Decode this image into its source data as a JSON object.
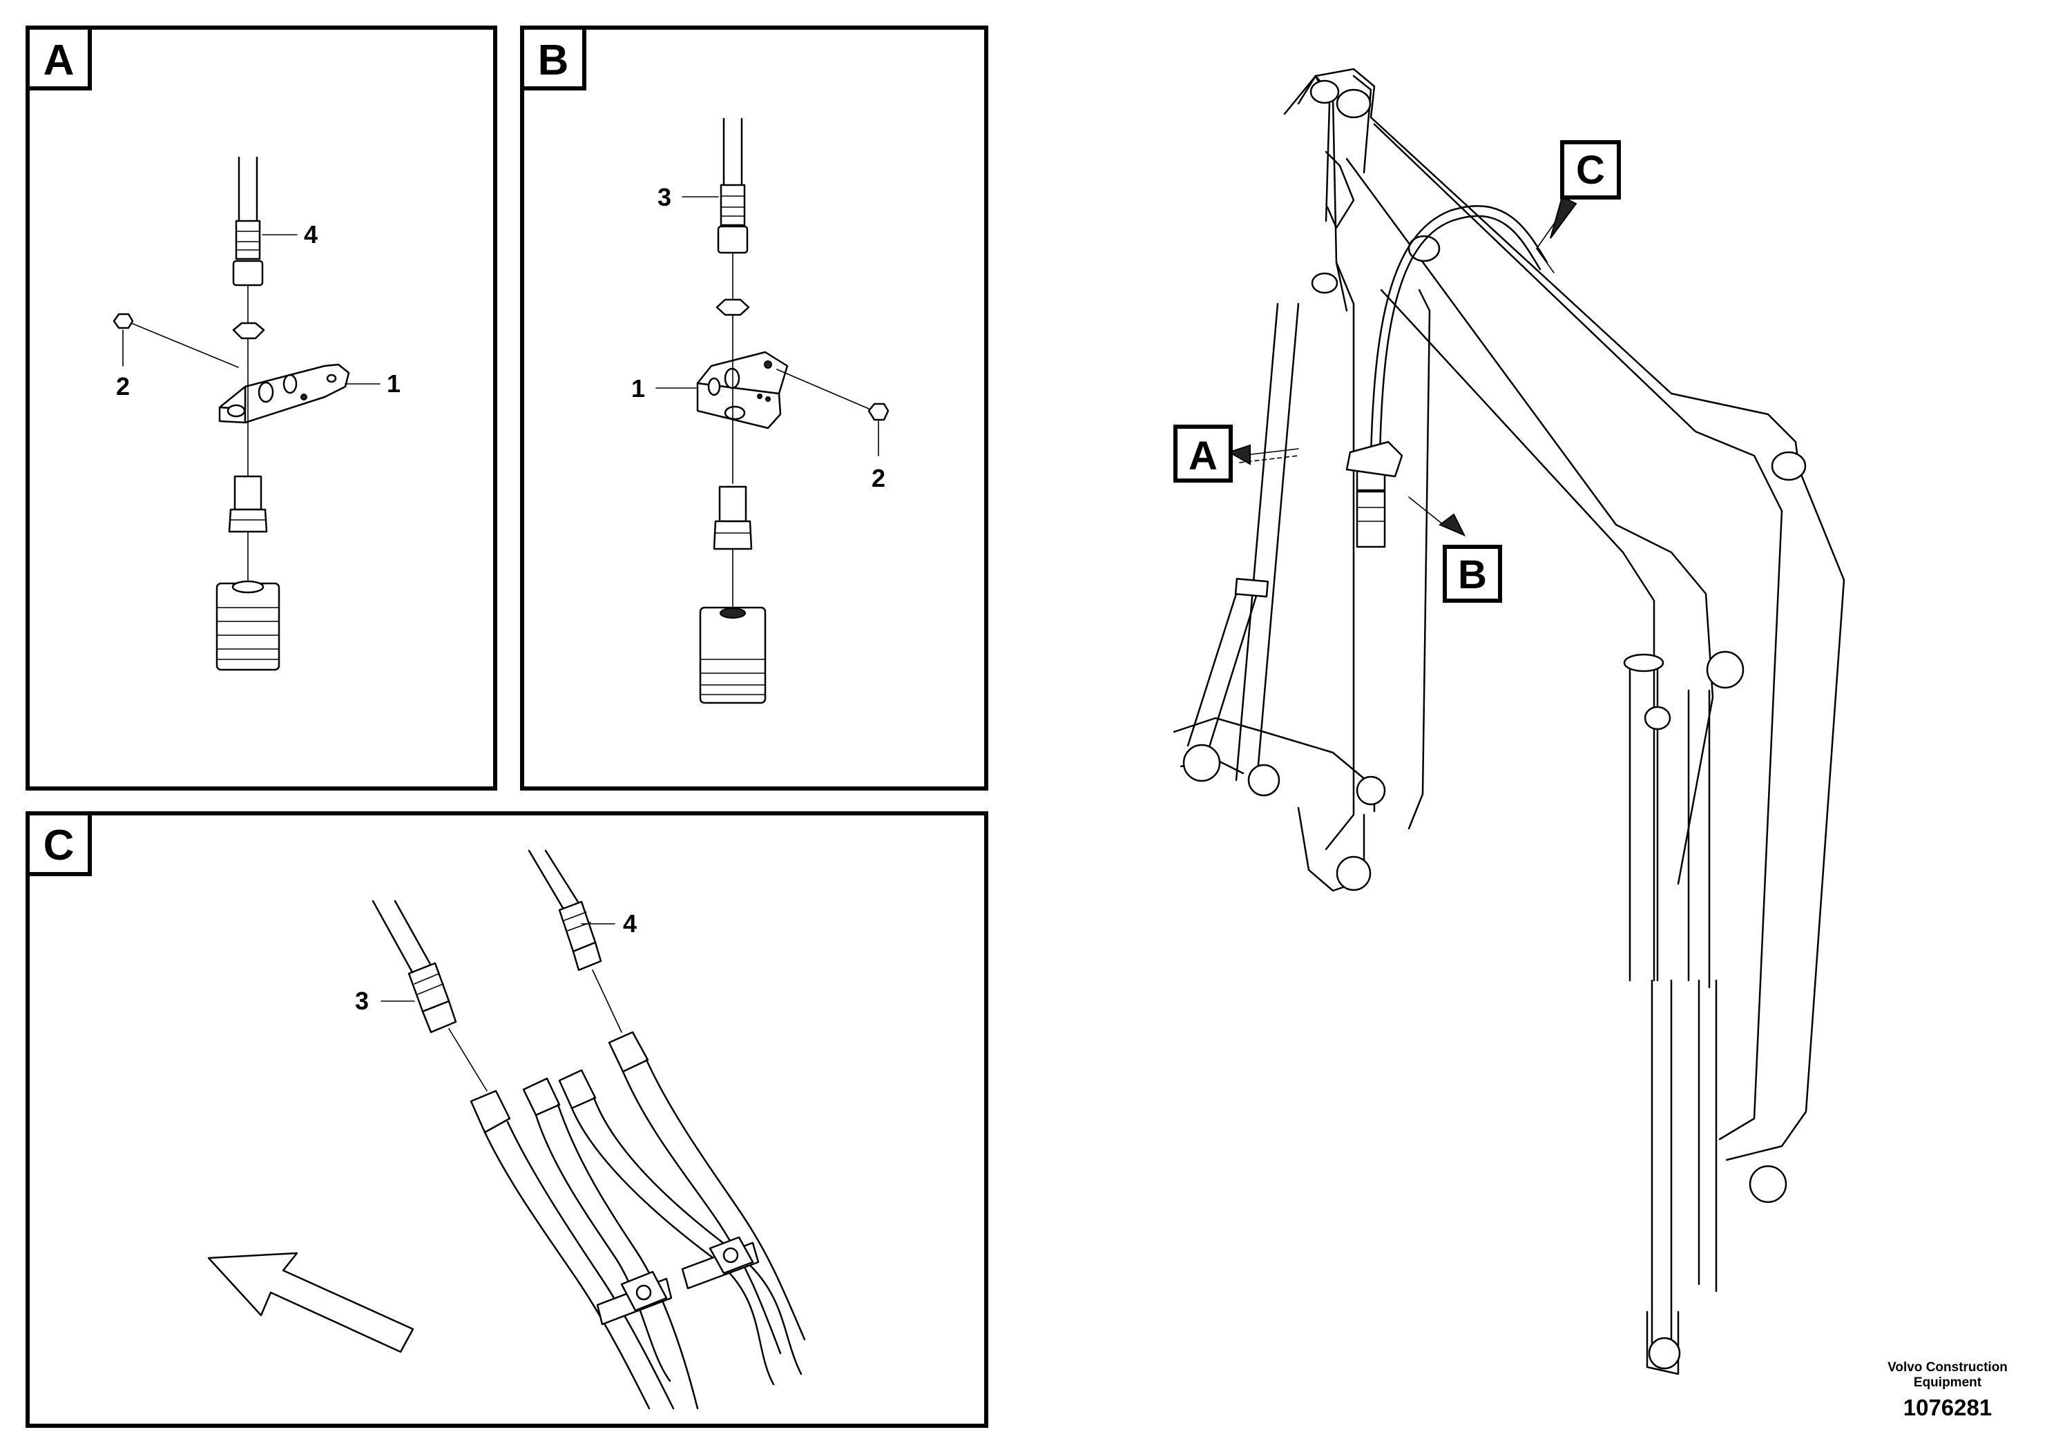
{
  "panels": {
    "A": {
      "tag": "A",
      "callouts": {
        "c1": "1",
        "c2": "2",
        "c4": "4"
      }
    },
    "B": {
      "tag": "B",
      "callouts": {
        "c1": "1",
        "c2": "2",
        "c3": "3"
      }
    },
    "C": {
      "tag": "C",
      "callouts": {
        "c3": "3",
        "c4": "4"
      }
    }
  },
  "overview": {
    "tags": {
      "A": "A",
      "B": "B",
      "C": "C"
    }
  },
  "footer": {
    "brand_line1": "Volvo Construction",
    "brand_line2": "Equipment",
    "doc_number": "1076281"
  }
}
